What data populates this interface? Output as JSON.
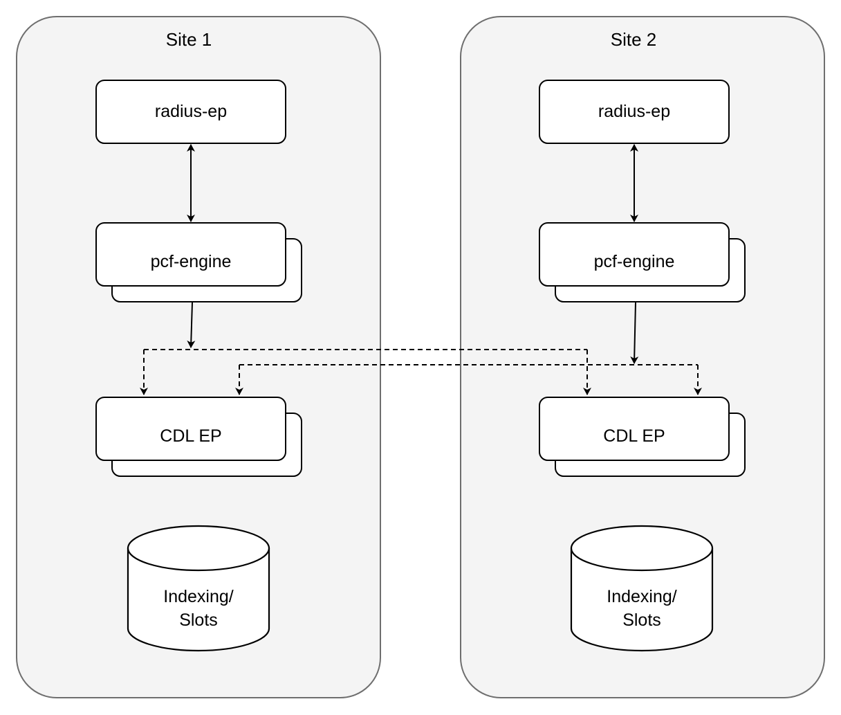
{
  "sites": [
    {
      "title": "Site 1",
      "radius_ep": "radius-ep",
      "pcf_engine": "pcf-engine",
      "cdl_ep": "CDL EP",
      "storage_line1": "Indexing/",
      "storage_line2": "Slots"
    },
    {
      "title": "Site 2",
      "radius_ep": "radius-ep",
      "pcf_engine": "pcf-engine",
      "cdl_ep": "CDL EP",
      "storage_line1": "Indexing/",
      "storage_line2": "Slots"
    }
  ],
  "connectors": [
    {
      "from": "radius-ep",
      "to": "pcf-engine",
      "style": "solid",
      "direction": "bidirectional"
    },
    {
      "from": "pcf-engine",
      "to": "CDL EP (both sites)",
      "style": "dashed",
      "direction": "fan-out"
    }
  ],
  "colors": {
    "panel_fill": "#f4f4f4",
    "panel_border": "#6e6e6e",
    "stroke": "#000000"
  }
}
